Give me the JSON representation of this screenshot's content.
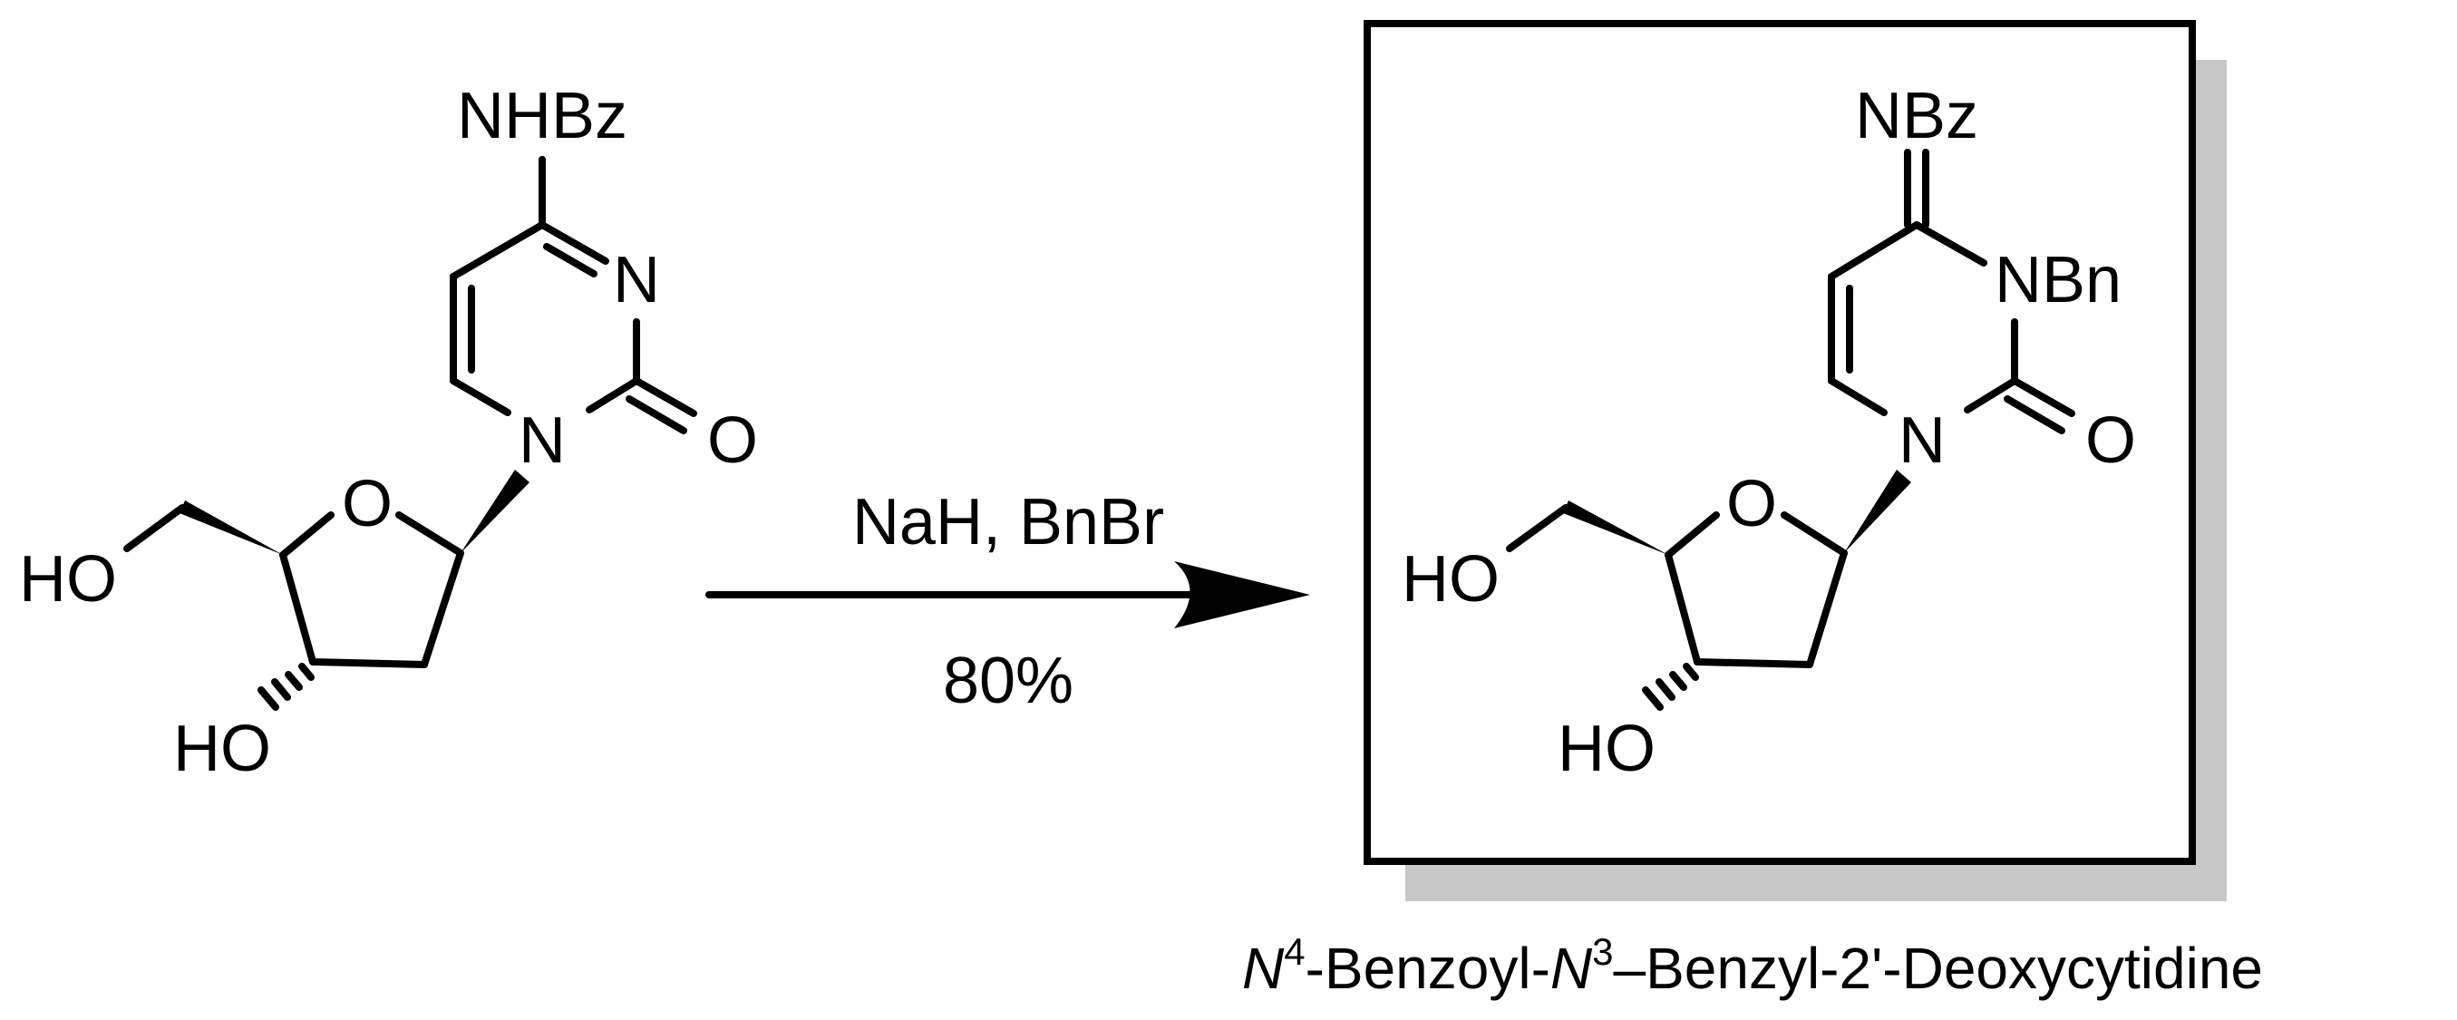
{
  "reactant": {
    "labels": {
      "nhbz": "NHBz",
      "n3": "N",
      "o2": "O",
      "n1": "N",
      "o_ring": "O",
      "ho5": "HO",
      "ho3": "HO"
    }
  },
  "conditions": {
    "reagents": "NaH, BnBr",
    "yield": "80%"
  },
  "product": {
    "labels": {
      "nbz": "NBz",
      "nbn": "NBn",
      "o2": "O",
      "n1": "N",
      "o_ring": "O",
      "ho5": "HO",
      "ho3": "HO"
    },
    "name": {
      "n4": "N",
      "sup4": "4",
      "mid": "-Benzoyl-",
      "n3": "N",
      "sup3": "3",
      "rest": "–Benzyl-2'-Deoxycytidine"
    }
  },
  "colors": {
    "ink": "#000000",
    "box_shadow": "#c8c8c8",
    "background": "#ffffff"
  }
}
